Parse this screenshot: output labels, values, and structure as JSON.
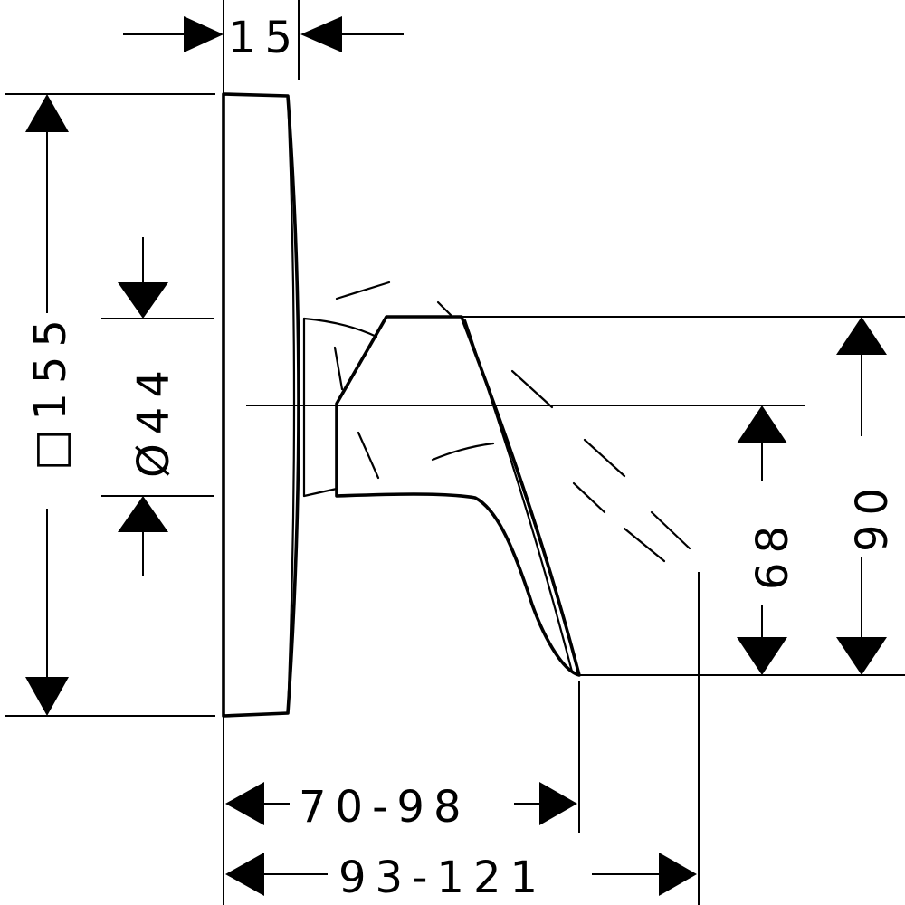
{
  "drawing": {
    "dimensions": {
      "depth_top": "15",
      "plate_size": "□155",
      "spindle_diameter": "Ø44",
      "height_to_axis": "68",
      "height_total": "90",
      "projection_min": "70-98",
      "projection_max": "93-121"
    }
  }
}
